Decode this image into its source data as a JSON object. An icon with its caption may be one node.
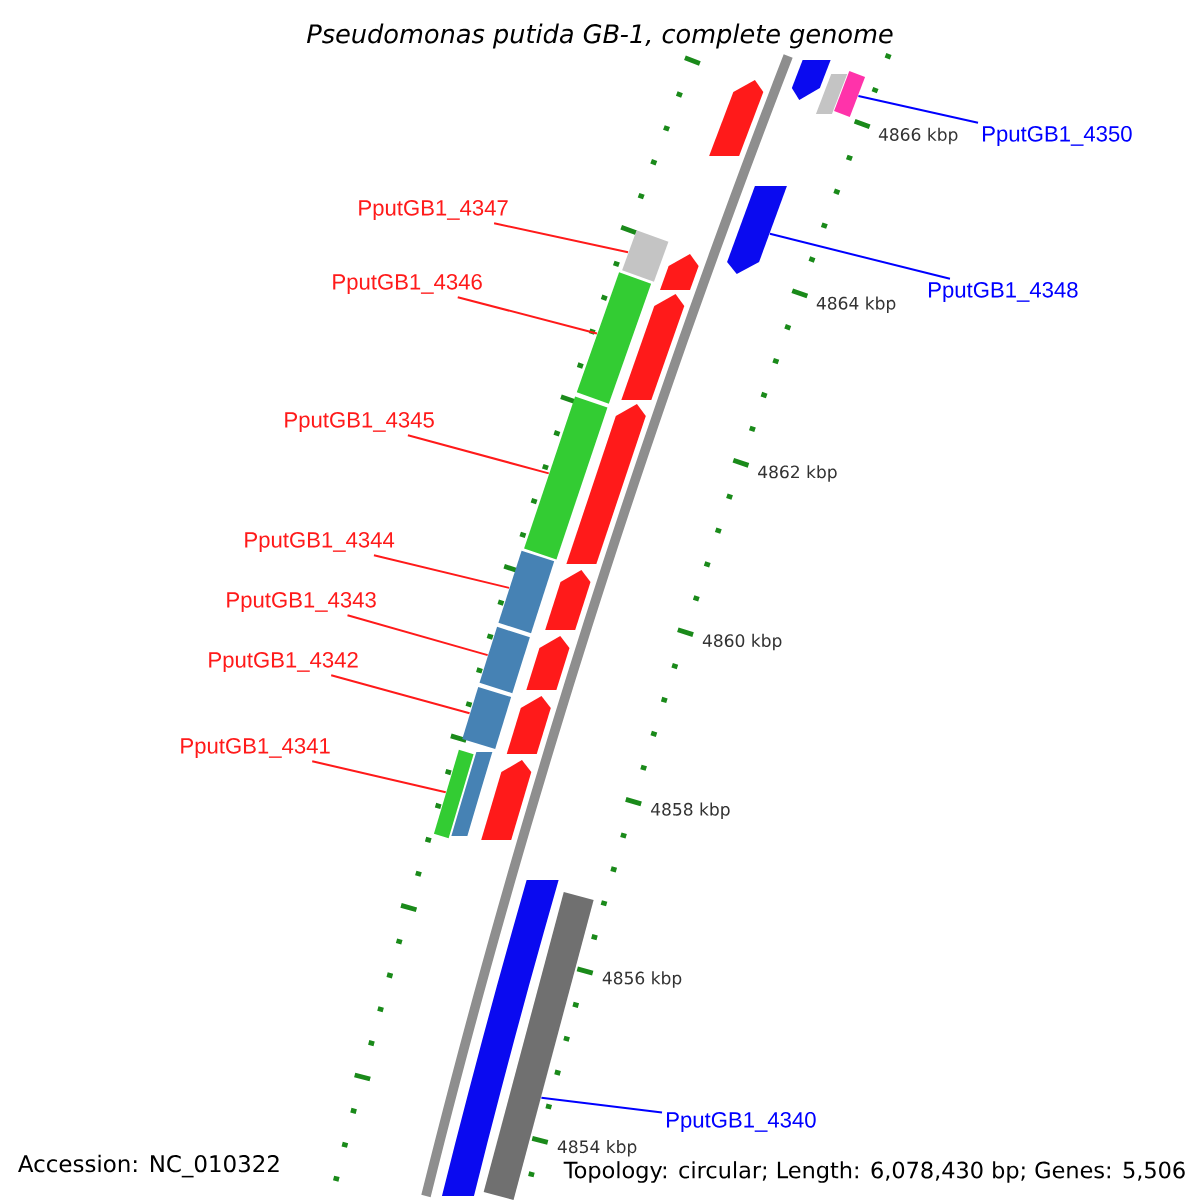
{
  "diagram": {
    "title": "Pseudomonas putida GB-1, complete genome",
    "nodes": [
      {
        "text": [
          "PputGB1_4350"
        ]
      },
      {
        "text": [
          "PputGB1_4347"
        ]
      },
      {
        "text": [
          "PputGB1_4346"
        ]
      },
      {
        "text": [
          "PputGB1_4348"
        ]
      },
      {
        "text": [
          "PputGB1_4345"
        ]
      },
      {
        "text": [
          "PputGB1_4344"
        ]
      },
      {
        "text": [
          "PputGB1_4343"
        ]
      },
      {
        "text": [
          "PputGB1_4342"
        ]
      },
      {
        "text": [
          "PputGB1_4341"
        ]
      },
      {
        "text": [
          "PputGB1_4340"
        ]
      },
      {
        "text": [],
        "shape": "bar"
      },
      {
        "text": [],
        "shape": "bar"
      },
      {
        "text": [],
        "shape": "bar"
      },
      {
        "text": [],
        "shape": "bar"
      },
      {
        "text": [],
        "shape": "bar"
      },
      {
        "text": [],
        "shape": "bar"
      },
      {
        "text": [],
        "shape": "bar"
      },
      {
        "text": [],
        "shape": "bar"
      },
      {
        "text": [],
        "shape": "bar"
      },
      {
        "text": [],
        "shape": "bar"
      }
    ],
    "edges": [
      {
        "from": 0,
        "to": 10,
        "arrow": "none",
        "color": "#0000ff"
      },
      {
        "from": 1,
        "to": 12,
        "arrow": "none"
      },
      {
        "from": 2,
        "to": 13,
        "arrow": "none"
      },
      {
        "from": 3,
        "to": 11,
        "arrow": "none",
        "color": "#0000ff"
      },
      {
        "from": 4,
        "to": 14,
        "arrow": "none"
      },
      {
        "from": 5,
        "to": 15,
        "arrow": "none"
      },
      {
        "from": 6,
        "to": 16,
        "arrow": "none"
      },
      {
        "from": 7,
        "to": 17,
        "arrow": "none"
      },
      {
        "from": 8,
        "to": 18,
        "arrow": "none"
      },
      {
        "from": 9,
        "to": 19,
        "arrow": "none",
        "color": "#0000ff"
      }
    ],
    "labels": [
      "4866 kbp",
      "4864 kbp",
      "4862 kbp",
      "4860 kbp",
      "4858 kbp",
      "4856 kbp",
      "4854 kbp",
      "Accession: NC_010322",
      "Topology: circular; Length: 6,078,430 bp; Genes: 5,506"
    ]
  }
}
